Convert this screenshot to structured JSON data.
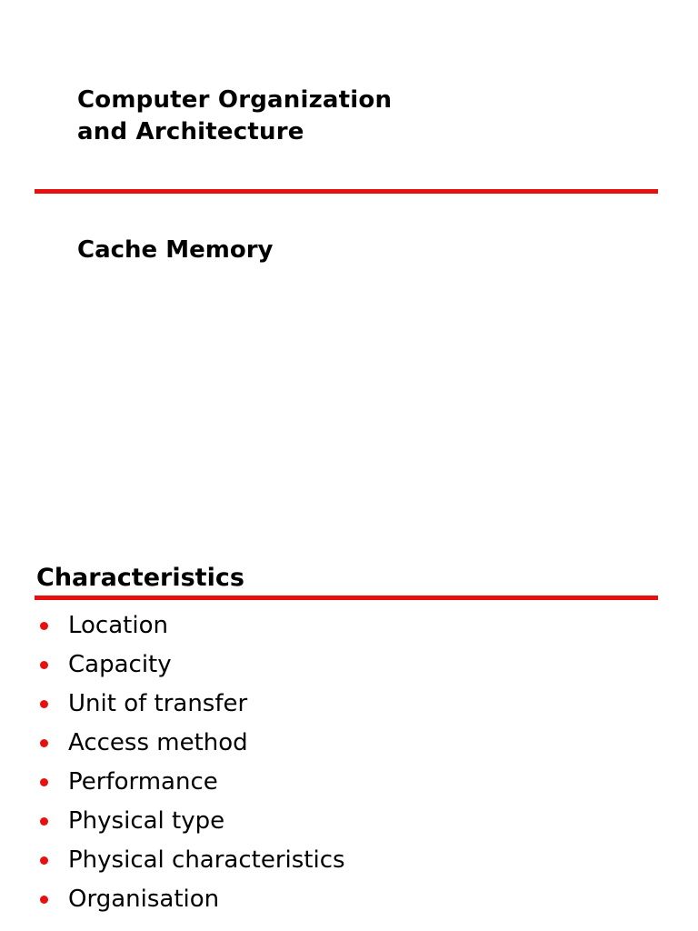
{
  "slide1": {
    "title_line1": "Computer Organization",
    "title_line2": "and Architecture",
    "subtitle": "Cache Memory"
  },
  "slide2": {
    "heading": "Characteristics",
    "bullets": [
      "Location",
      "Capacity",
      "Unit of transfer",
      "Access method",
      "Performance",
      "Physical type",
      "Physical characteristics",
      "Organisation"
    ]
  },
  "colors": {
    "accent_red": "#e8100f",
    "text": "#000000",
    "background": "#ffffff"
  }
}
